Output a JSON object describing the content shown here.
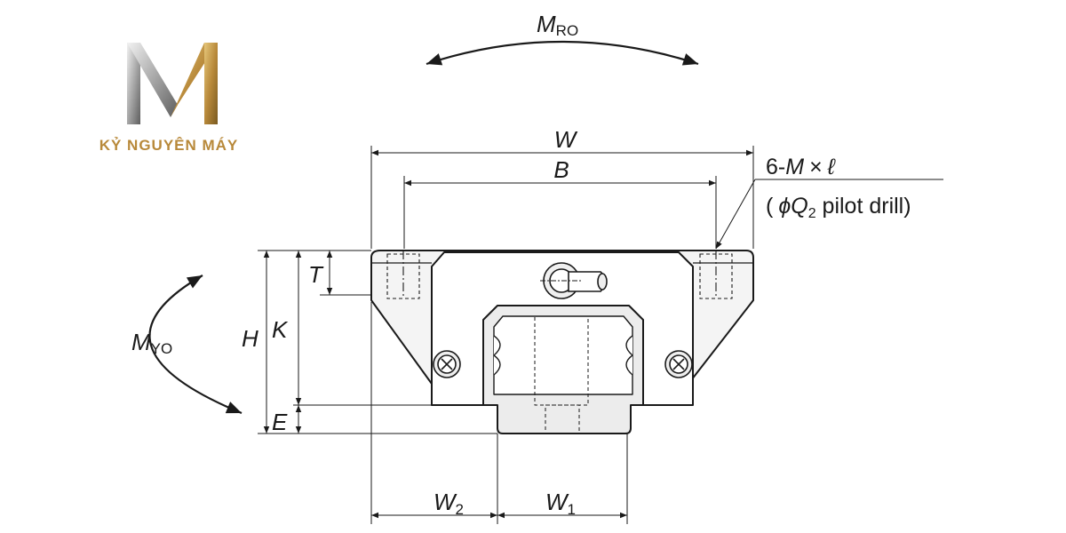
{
  "logo": {
    "text": "KỶ NGUYÊN MÁY",
    "gold": "#b8893a",
    "silver": "#9a9a9a"
  },
  "moments": {
    "roll": {
      "symbol": "M",
      "subscript": "RO"
    },
    "yaw": {
      "symbol": "M",
      "subscript": "YO"
    }
  },
  "dimensions": {
    "W": "W",
    "B": "B",
    "T": "T",
    "H": "H",
    "K": "K",
    "E": "E",
    "W2": {
      "base": "W",
      "sub": "2"
    },
    "W1": {
      "base": "W",
      "sub": "1"
    }
  },
  "callout": {
    "line1_prefix": "6-",
    "line1_m": "M",
    "line1_times": "×",
    "line1_l": "ℓ",
    "line2_open": "(",
    "line2_phi": "ϕ",
    "line2_q": "Q",
    "line2_sub": "2",
    "line2_rest": " pilot drill)"
  },
  "colors": {
    "line": "#1a1a1a",
    "fill_light": "#eeeeee",
    "fill_mid": "#dcdcdc"
  }
}
